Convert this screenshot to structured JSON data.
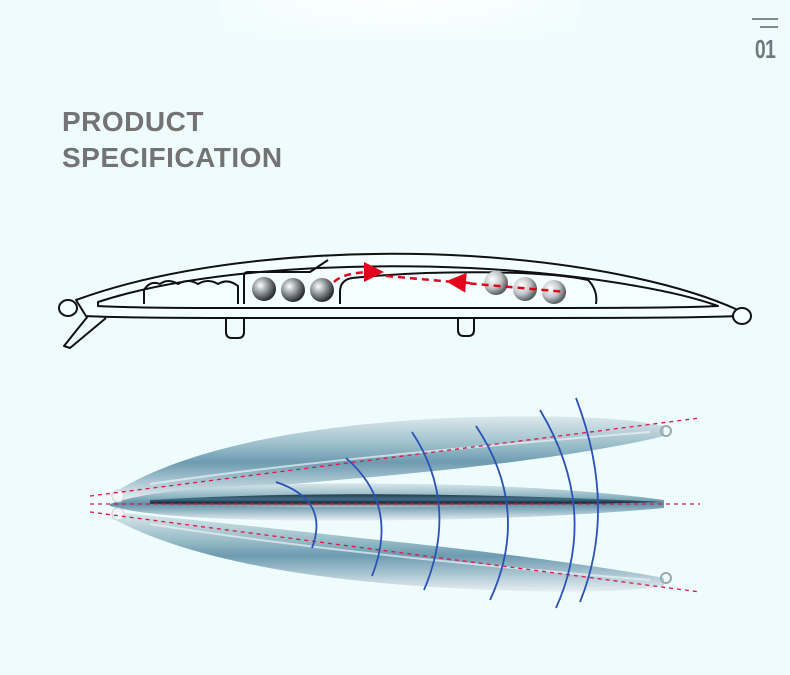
{
  "header": {
    "title_line1": "PRODUCT",
    "title_line2": "SPECIFICATION",
    "page_number": "01"
  },
  "icons": {
    "menu": "menu-icon"
  },
  "colors": {
    "background": "#eefcfd",
    "title": "#737373",
    "arrow": "#e3001b",
    "curve": "#2a52b8",
    "guide": "#d8184a"
  }
}
